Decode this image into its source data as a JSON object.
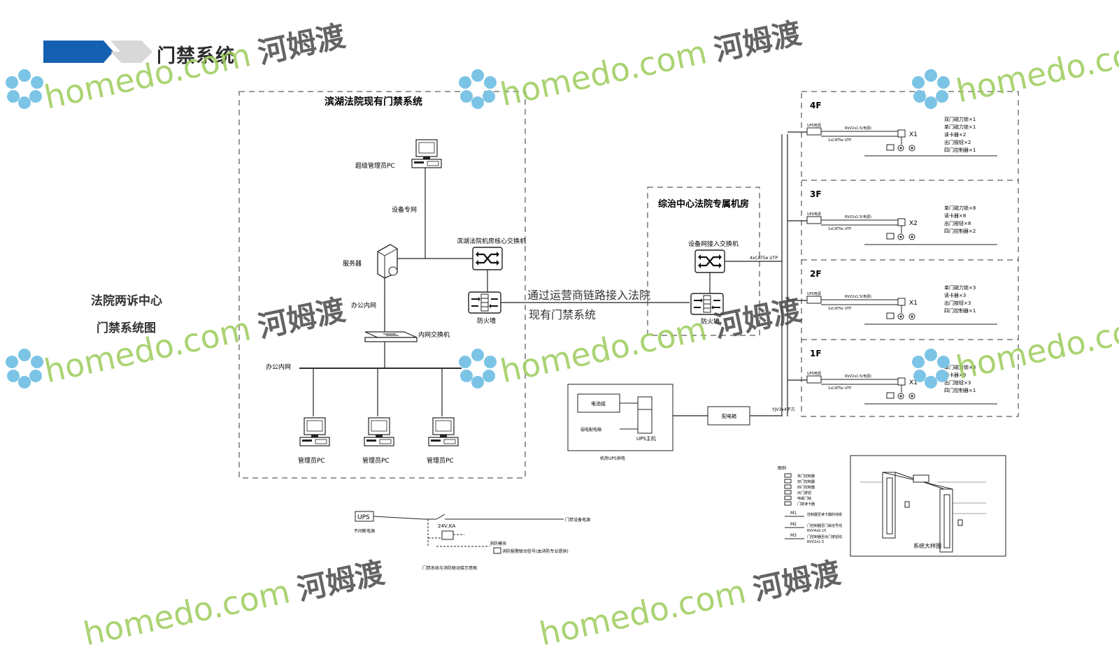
{
  "slide": {
    "title": "门禁系统",
    "side_label_1": "法院两诉中心",
    "side_label_2": "门禁系统图"
  },
  "watermark": {
    "text": "homedo.com",
    "cn": "河姆渡"
  },
  "left_box": {
    "title": "滨湖法院现有门禁系统",
    "super_admin_pc": "超级管理员PC",
    "device_net": "设备专网",
    "core_switch": "滨湖法院机房核心交换机",
    "server": "服务器",
    "firewall": "防火墙",
    "office_net_v": "办公内网",
    "intranet_switch": "内网交换机",
    "office_net_h": "办公内网",
    "admin_pc": "管理员PC"
  },
  "link_label": {
    "line1": "通过运营商链路接入法院",
    "line2": "现有门禁系统"
  },
  "mid_box": {
    "title": "综治中心法院专属机房",
    "access_switch": "设备网接入交换机",
    "firewall": "防火墙",
    "utp_label": "4xCAT5e UTP"
  },
  "ups_box": {
    "battery": "电池组",
    "ups_host": "UPS主机",
    "dist": "弱电配电箱",
    "caption": "机房UPS供电",
    "dist_box": "配电箱",
    "cable": "YJV3x4平方"
  },
  "floors": [
    {
      "name": "4F",
      "multiplier": "X1",
      "items": [
        "双门磁力锁×1",
        "单门磁力锁×1",
        "读卡器×2",
        "出门按钮×2",
        "四门控制器×1"
      ]
    },
    {
      "name": "3F",
      "multiplier": "X2",
      "items": [
        "单门磁力锁×8",
        "读卡器×8",
        "出门按钮×8",
        "四门控制器×2"
      ]
    },
    {
      "name": "2F",
      "multiplier": "X1",
      "items": [
        "单门磁力锁×3",
        "读卡器×3",
        "出门按钮×3",
        "四门控制器×1"
      ]
    },
    {
      "name": "1F",
      "multiplier": "X1",
      "items": [
        "单门磁力锁×3",
        "读卡器×3",
        "出门按钮×3",
        "四门控制器×1"
      ]
    }
  ],
  "floor_cable": {
    "ups": "UPS电源",
    "rvv": "RVV2x1.5(电源)",
    "utp": "1xCAT5e UTP"
  },
  "power_diagram": {
    "ups": "UPS",
    "ups_caption": "不间断电源",
    "kv": "24V,KA",
    "power_out": "门禁设备电源",
    "module": "消防模块",
    "fire_signal": "消防报警联动信号(由消防专业提供)",
    "caption": "门禁系统与消防联动接示意图"
  },
  "legend": {
    "title": "图例",
    "items": [
      "单门控制器",
      "双门控制器",
      "四门控制器",
      "出门按钮",
      "电磁门锁",
      "门禁读卡器"
    ],
    "m1": "M1",
    "m1_desc": "控制器至读卡器的线缆",
    "m2": "M2",
    "m2_desc": "门控制器至门磁信号线",
    "m2_spec": "RVV4x0.15",
    "m3": "M3",
    "m3_desc": "门控制器至出门按钮线",
    "m3_spec": "RVV2x1.5"
  },
  "sample": {
    "caption": "系统大样图"
  }
}
